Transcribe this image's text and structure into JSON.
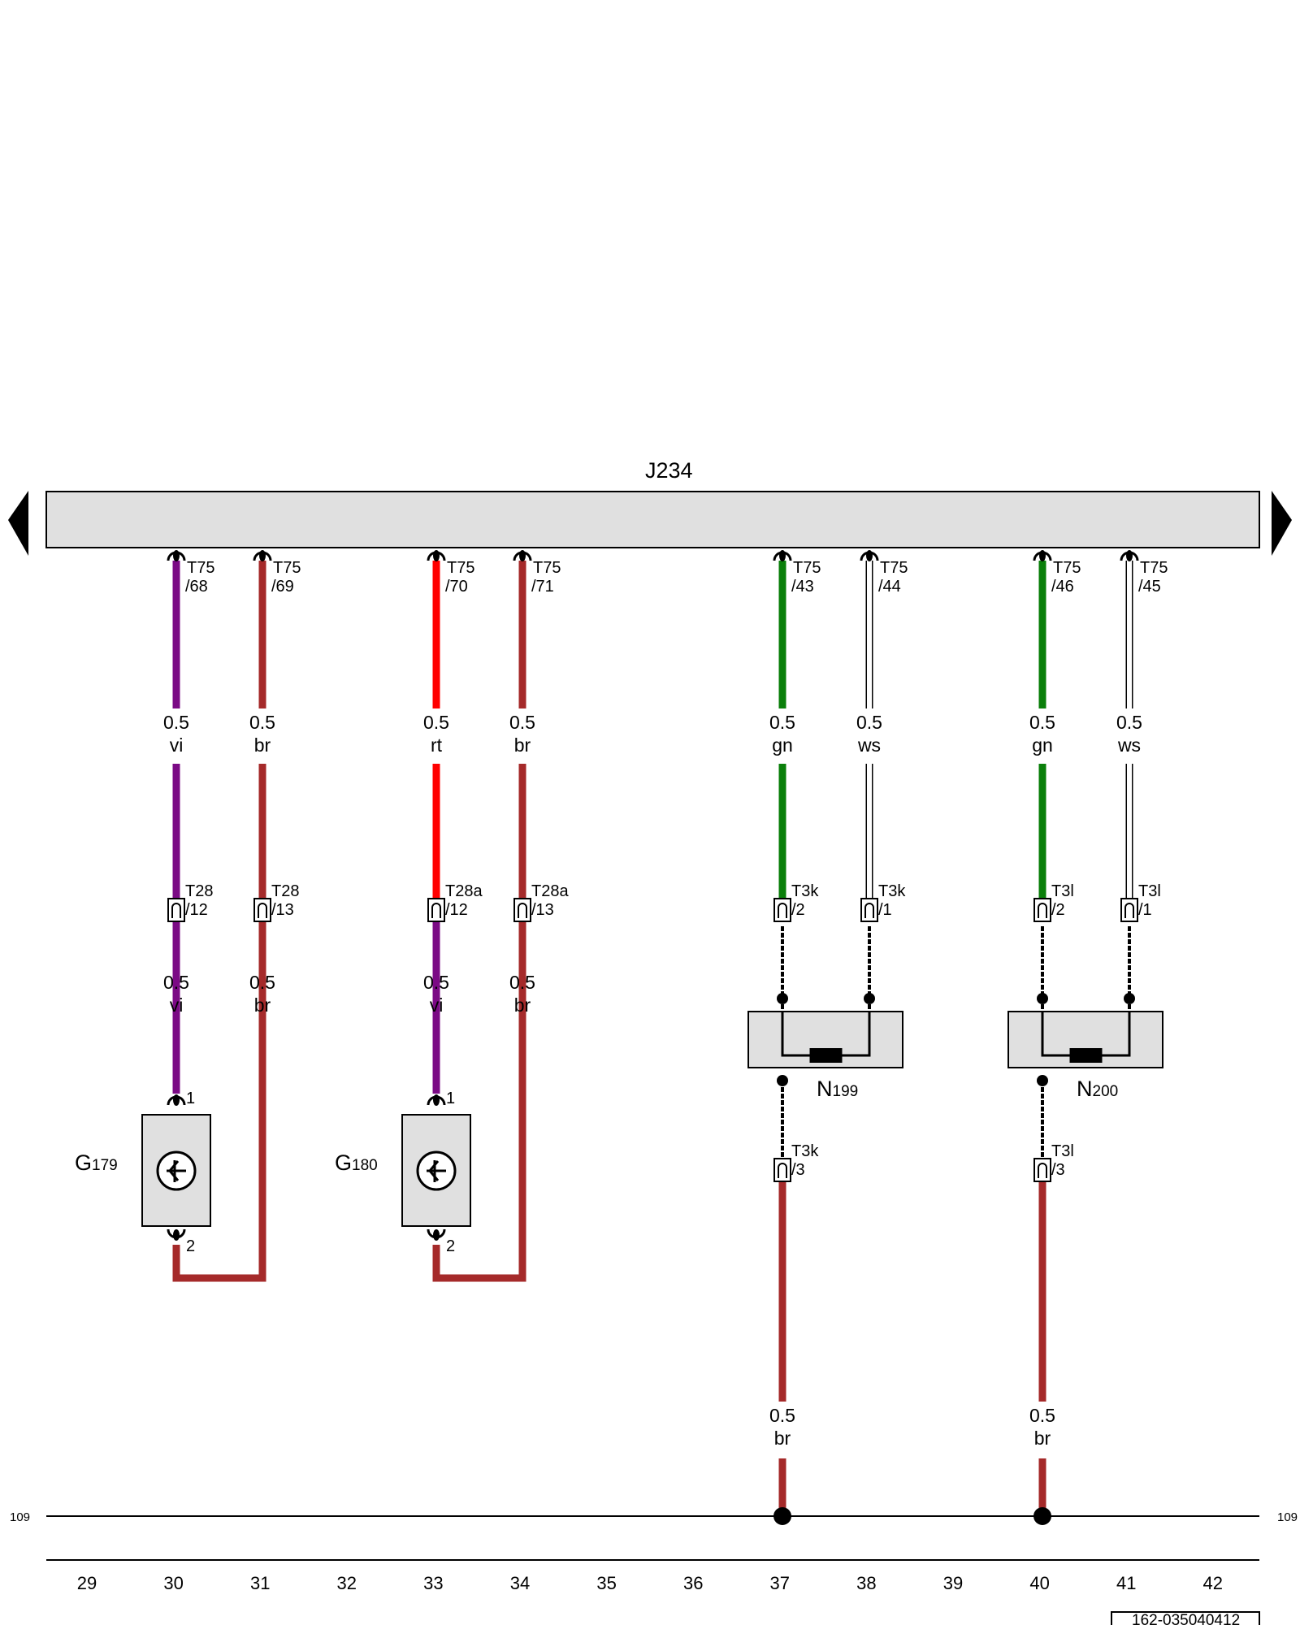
{
  "title": "J234",
  "ground_ref_left": "109",
  "ground_ref_right": "109",
  "doc_number": "162-035040412",
  "column_numbers": [
    "29",
    "30",
    "31",
    "32",
    "33",
    "34",
    "35",
    "36",
    "37",
    "38",
    "39",
    "40",
    "41",
    "42"
  ],
  "pins": [
    {
      "c1": "T75",
      "c2": "/68"
    },
    {
      "c1": "T75",
      "c2": "/69"
    },
    {
      "c1": "T75",
      "c2": "/70"
    },
    {
      "c1": "T75",
      "c2": "/71"
    },
    {
      "c1": "T75",
      "c2": "/43"
    },
    {
      "c1": "T75",
      "c2": "/44"
    },
    {
      "c1": "T75",
      "c2": "/46"
    },
    {
      "c1": "T75",
      "c2": "/45"
    }
  ],
  "upper_wire_labels": [
    {
      "size": "0.5",
      "color": "vi"
    },
    {
      "size": "0.5",
      "color": "br"
    },
    {
      "size": "0.5",
      "color": "rt"
    },
    {
      "size": "0.5",
      "color": "br"
    },
    {
      "size": "0.5",
      "color": "gn"
    },
    {
      "size": "0.5",
      "color": "ws"
    },
    {
      "size": "0.5",
      "color": "gn"
    },
    {
      "size": "0.5",
      "color": "ws"
    }
  ],
  "connectors": [
    {
      "c1": "T28",
      "c2": "/12"
    },
    {
      "c1": "T28",
      "c2": "/13"
    },
    {
      "c1": "T28a",
      "c2": "/12"
    },
    {
      "c1": "T28a",
      "c2": "/13"
    },
    {
      "c1": "T3k",
      "c2": "/2"
    },
    {
      "c1": "T3k",
      "c2": "/1"
    },
    {
      "c1": "T3l",
      "c2": "/2"
    },
    {
      "c1": "T3l",
      "c2": "/1"
    }
  ],
  "lower_wire_labels": [
    {
      "size": "0.5",
      "color": "vi"
    },
    {
      "size": "0.5",
      "color": "br"
    },
    {
      "size": "0.5",
      "color": "vi"
    },
    {
      "size": "0.5",
      "color": "br"
    }
  ],
  "sensors": [
    {
      "letter": "G",
      "num": "179",
      "pin_top": "1",
      "pin_bottom": "2"
    },
    {
      "letter": "G",
      "num": "180",
      "pin_top": "1",
      "pin_bottom": "2"
    }
  ],
  "valves": [
    {
      "letter": "N",
      "num": "199",
      "conn_c1": "T3k",
      "conn_c2": "/3",
      "wire_size": "0.5",
      "wire_color": "br"
    },
    {
      "letter": "N",
      "num": "200",
      "conn_c1": "T3l",
      "conn_c2": "/3",
      "wire_size": "0.5",
      "wire_color": "br"
    }
  ],
  "colors": {
    "vi": "#7b0a85",
    "br": "#a52a2a",
    "rt": "#ff0000",
    "gn": "#0a7f0a",
    "ws": "#ffffff",
    "module_fill": "#e0e0e0"
  }
}
